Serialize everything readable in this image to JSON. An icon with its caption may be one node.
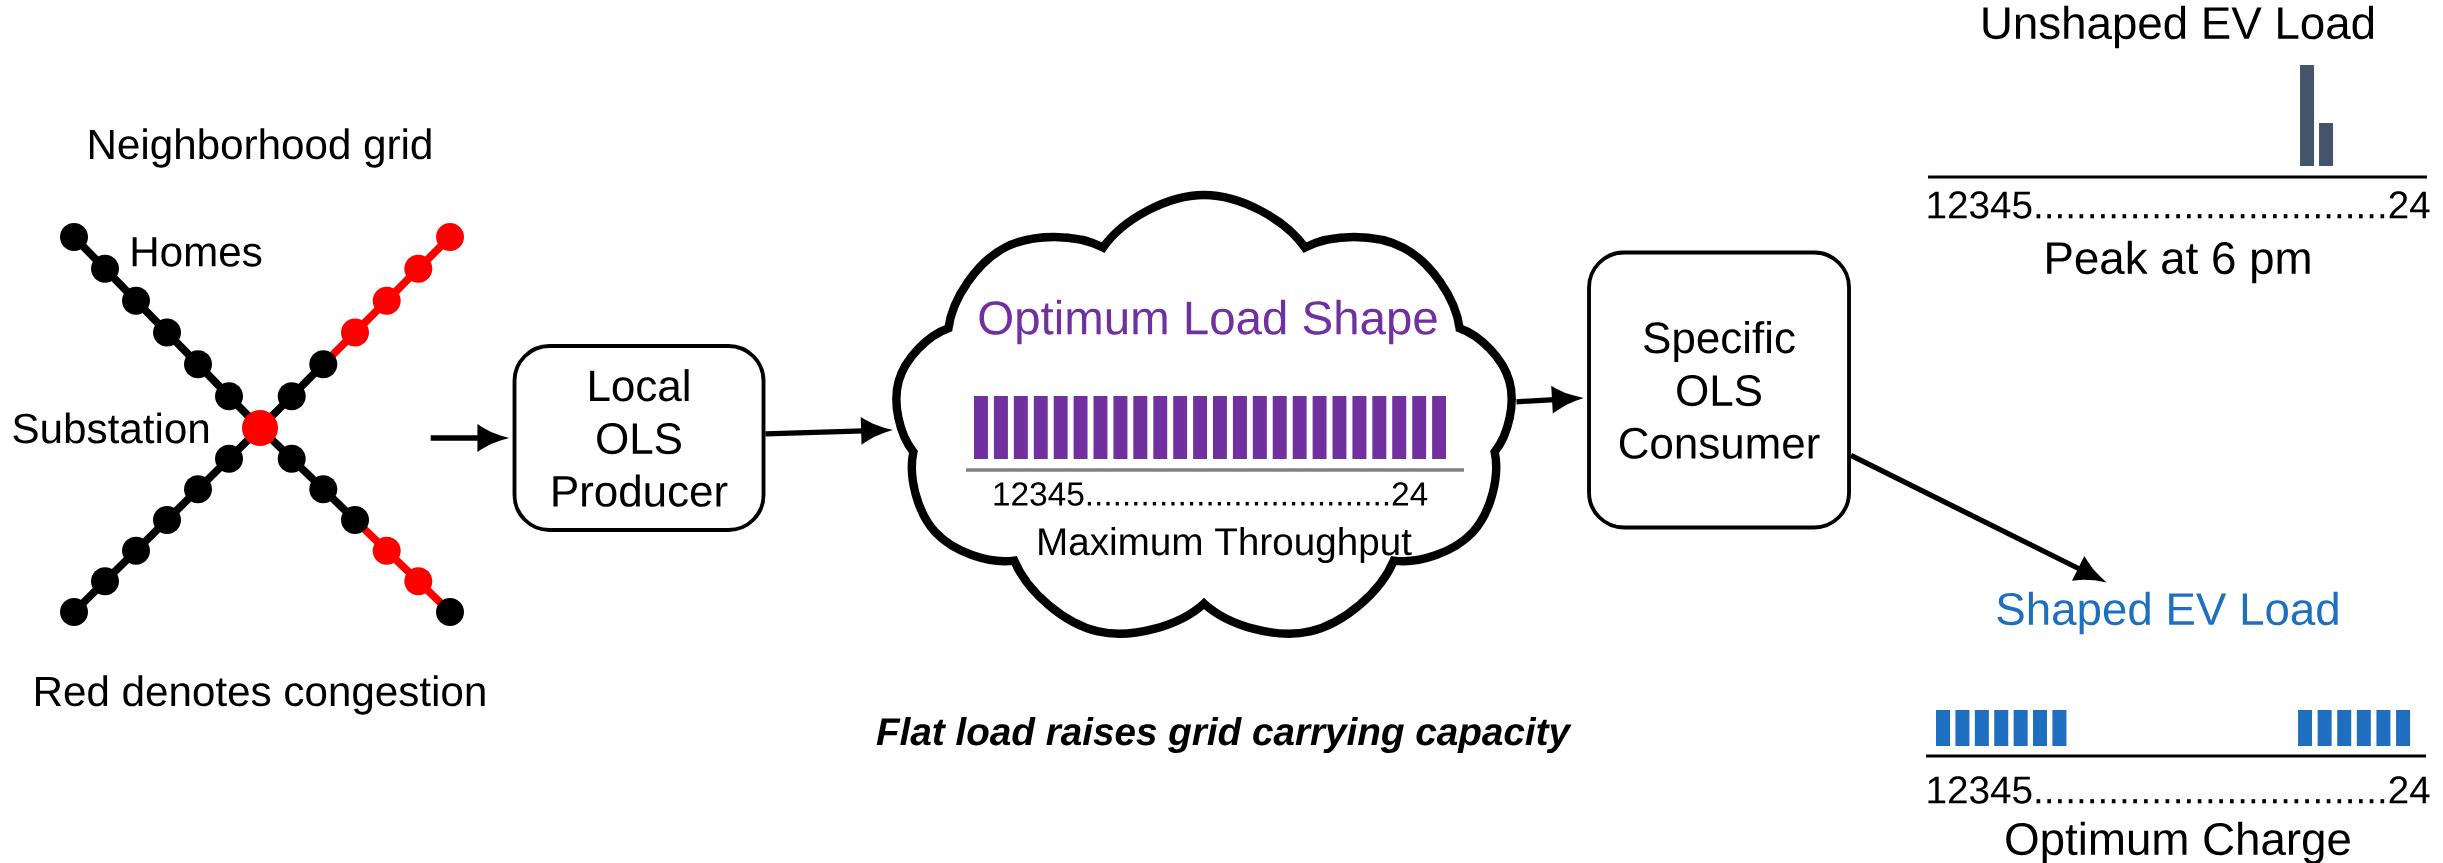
{
  "diagram": {
    "caption": "Flat load raises grid carrying capacity",
    "nodes": [
      {
        "text": [],
        "shape": "picture"
      },
      {
        "text": [
          "Local OLS Producer"
        ]
      },
      {
        "text": [
          "Optimum Load Shape",
          "12345.................................24",
          "Maximum Throughput"
        ]
      },
      {
        "text": [
          "Specific OLS Consumer"
        ]
      },
      {
        "text": [
          "Shaped EV Load"
        ]
      }
    ],
    "edges": [
      {
        "from": 0,
        "to": 1,
        "arrow": "to"
      },
      {
        "from": 1,
        "to": 2,
        "arrow": "to"
      },
      {
        "from": 2,
        "to": 3,
        "arrow": "to"
      },
      {
        "from": 3,
        "to": 4,
        "arrow": "to"
      }
    ],
    "labels": [
      "Unshaped EV Load",
      "Neighborhood grid",
      "12345.................................24",
      "Peak at 6 pm",
      "Homes",
      "Substation",
      "Red denotes congestion",
      "12345.................................24",
      "Optimum Charge"
    ]
  }
}
